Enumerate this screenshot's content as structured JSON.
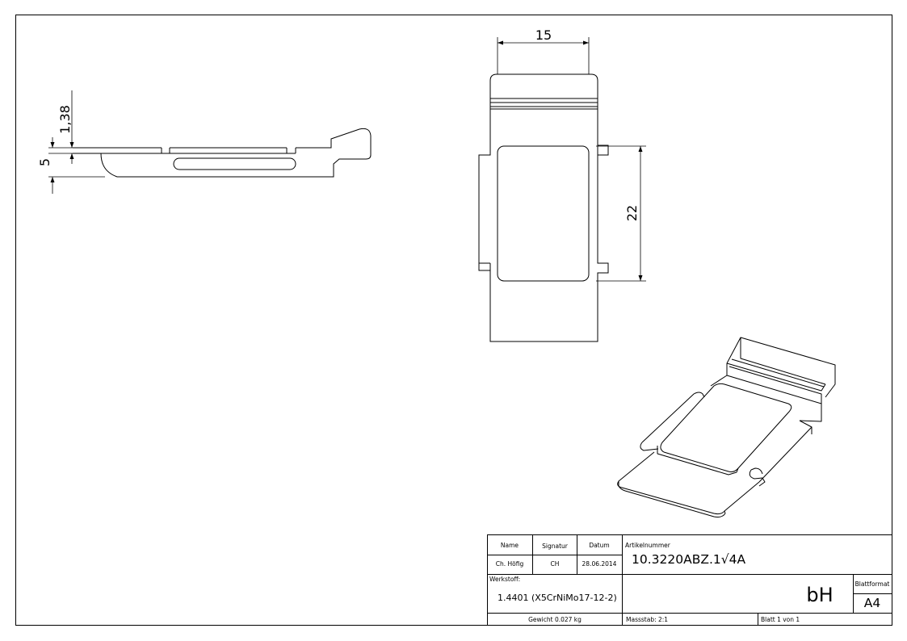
{
  "dimensions": {
    "side_small": "1,38",
    "side_height": "5",
    "top_width": "15",
    "top_height": "22"
  },
  "title_block": {
    "headers": {
      "name": "Name",
      "signature": "Signatur",
      "date": "Datum"
    },
    "article_label": "Artikelnummer",
    "article_number": "10.3220ABZ.1√4A",
    "drafter": {
      "name": "Ch. Höfig",
      "signature": "CH",
      "date": "28.06.2014"
    },
    "material_label": "Werkstoff:",
    "material": "1.4401 (X5CrNiMo17-12-2)",
    "logo": "bH",
    "format_label": "Blattformat",
    "format": "A4",
    "weight": "Gewicht 0.027 kg",
    "scale": "Massstab: 2:1",
    "sheet": "Blatt 1 von 1"
  }
}
